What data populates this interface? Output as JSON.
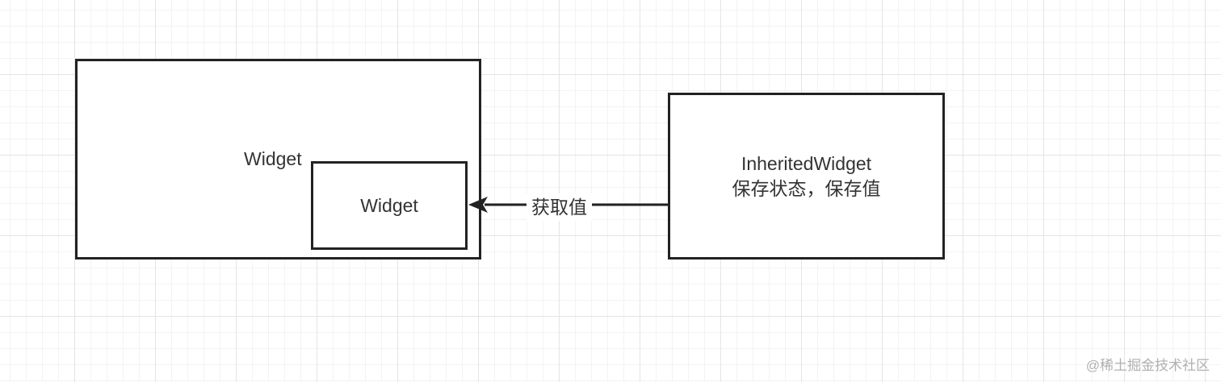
{
  "diagram": {
    "outer_node": {
      "label": "Widget"
    },
    "inner_node": {
      "label": "Widget"
    },
    "provider_node": {
      "line1": "InheritedWidget",
      "line2": "保存状态，保存值"
    },
    "edge": {
      "label": "获取值"
    },
    "colors": {
      "stroke": "#222222",
      "text": "#333333",
      "grid": "#e4e4e4"
    }
  },
  "watermark": {
    "text": "@稀土掘金技术社区"
  }
}
